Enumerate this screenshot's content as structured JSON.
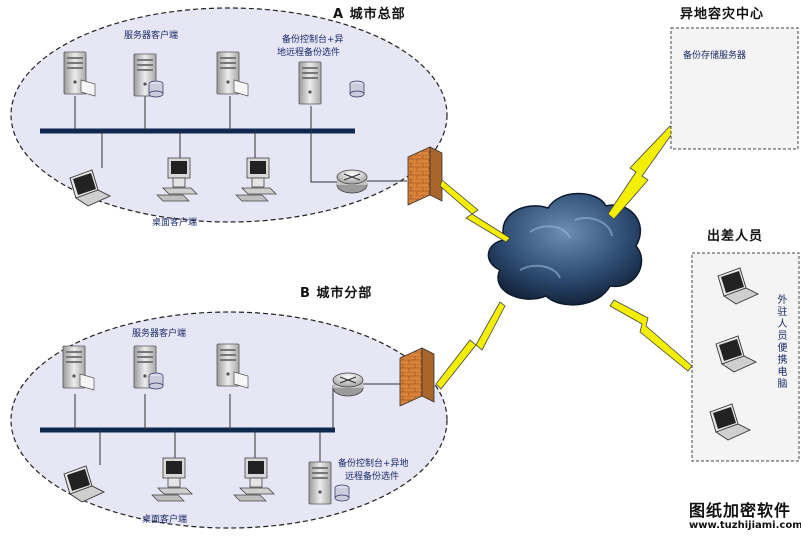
{
  "hq": {
    "title": "A  城市总部",
    "server_clients": "服务器客户端",
    "backup_console_l1": "备份控制台+异",
    "backup_console_l2": "地远程备份选件",
    "desktop_clients": "桌面客户端"
  },
  "branch": {
    "title": "B  城市分部",
    "server_clients": "服务器客户端",
    "backup_console_l1": "备份控制台+异地",
    "backup_console_l2": "远程备份选件",
    "desktop_clients": "桌面客户端"
  },
  "remote_dr": {
    "title": "异地容灾中心",
    "storage_server": "备份存储服务器"
  },
  "traveling": {
    "title": "出差人员",
    "laptops_label": "外驻人员便携电脑"
  },
  "watermark": {
    "brand": "图纸加密软件",
    "url": "www.tuzhijiami.com"
  },
  "colors": {
    "ellipse_fill": "#e6e6f5",
    "bus": "#0f2850",
    "lightning": "#f4ee00",
    "firewall": "#d98a3e",
    "cloud": "#1e3a5a"
  }
}
